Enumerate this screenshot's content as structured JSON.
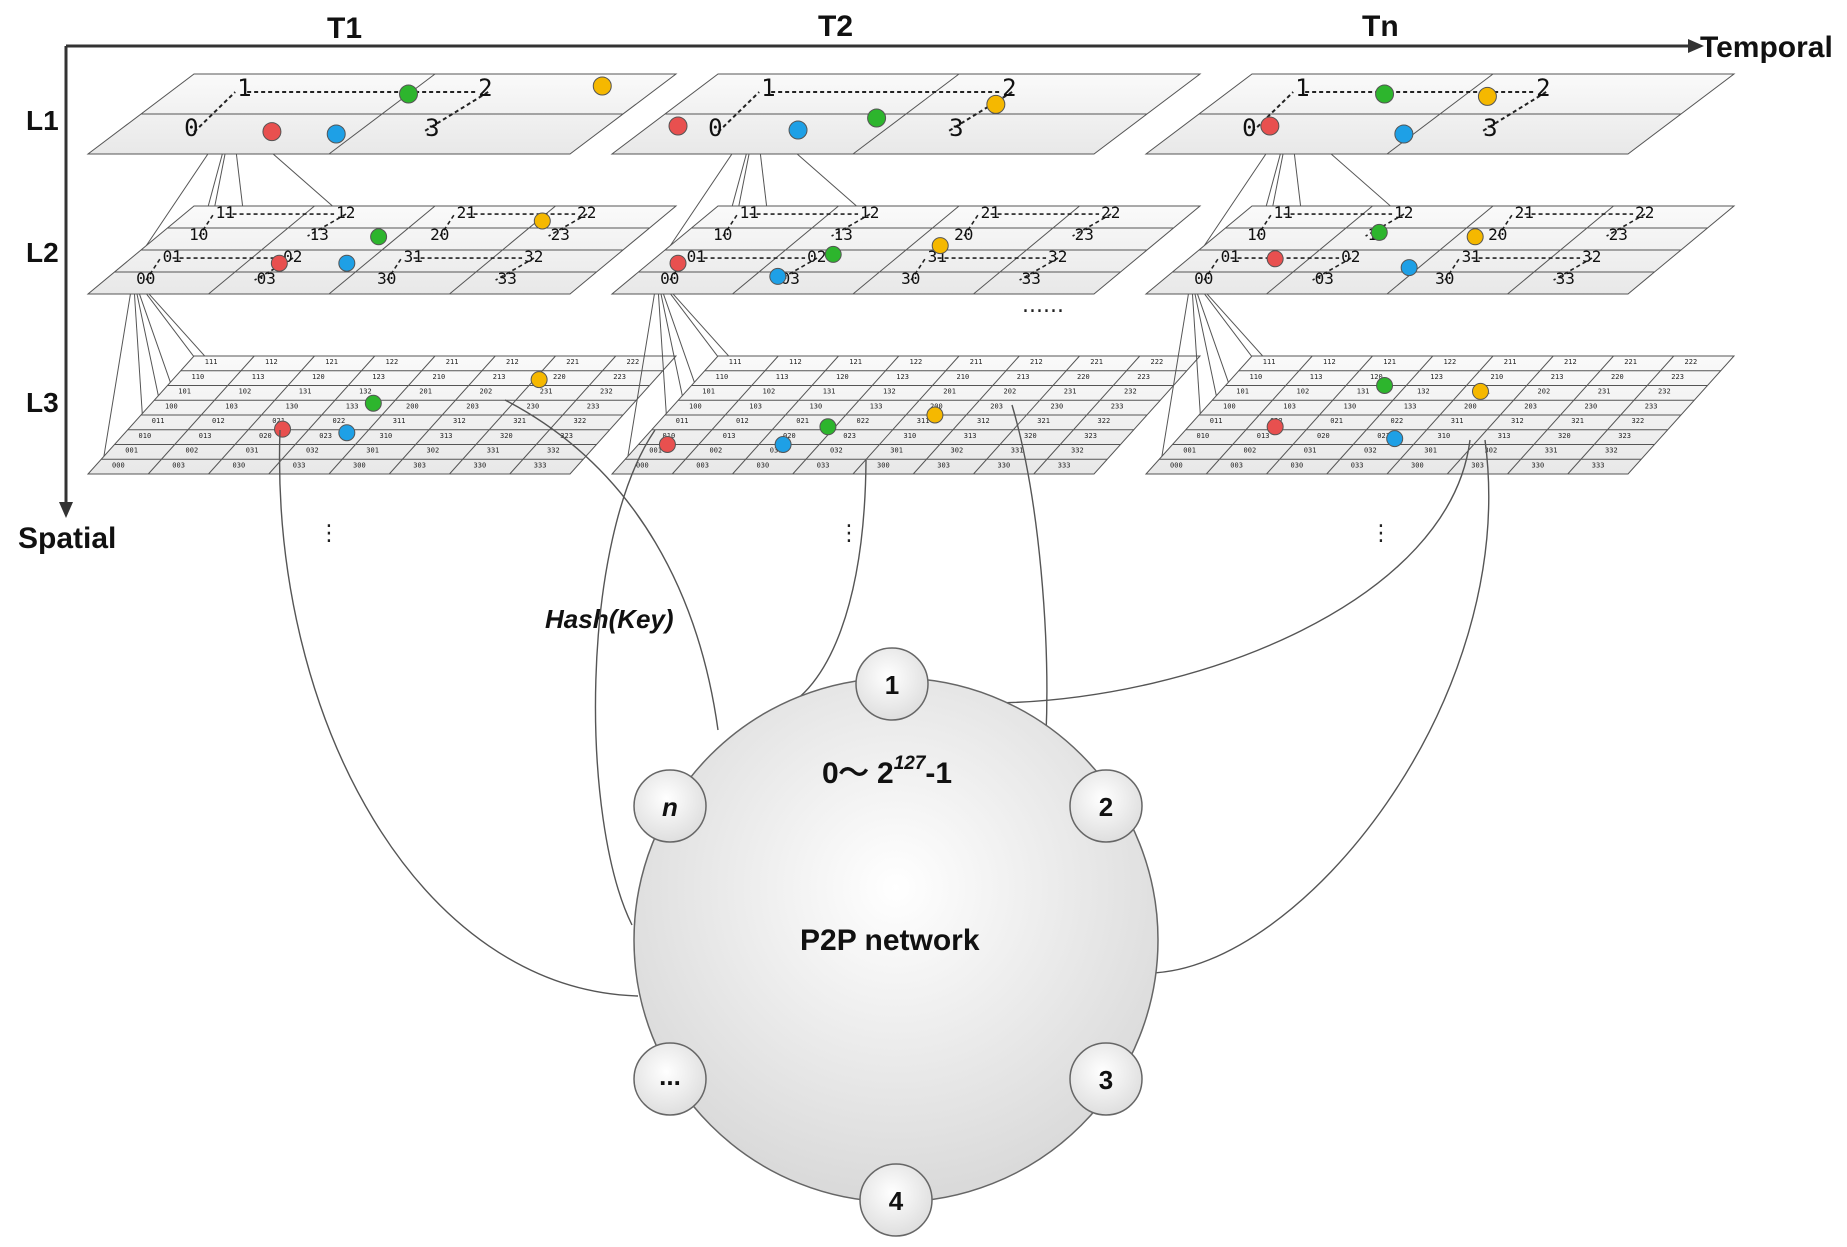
{
  "axes": {
    "temporal_label": "Temporal",
    "spatial_label": "Spatial"
  },
  "columns": [
    "T1",
    "T2",
    "Tn"
  ],
  "levels": [
    "L1",
    "L2",
    "L3"
  ],
  "level1_cells": [
    "0",
    "1",
    "2",
    "3"
  ],
  "level2_cells": [
    "00",
    "01",
    "02",
    "03",
    "10",
    "11",
    "12",
    "13",
    "20",
    "21",
    "22",
    "23",
    "30",
    "31",
    "32",
    "33"
  ],
  "level3_cells": [
    "000",
    "001",
    "002",
    "003",
    "010",
    "011",
    "012",
    "013",
    "020",
    "021",
    "022",
    "023",
    "030",
    "031",
    "032",
    "033",
    "100",
    "101",
    "102",
    "103",
    "110",
    "111",
    "112",
    "113",
    "120",
    "121",
    "122",
    "123",
    "130",
    "131",
    "132",
    "133",
    "200",
    "201",
    "202",
    "203",
    "210",
    "211",
    "212",
    "213",
    "220",
    "221",
    "222",
    "223",
    "230",
    "231",
    "232",
    "233",
    "300",
    "301",
    "302",
    "303",
    "310",
    "311",
    "312",
    "313",
    "320",
    "321",
    "322",
    "323",
    "330",
    "331",
    "332",
    "333"
  ],
  "column_gap_marker": "......",
  "vertical_marker": "⋮",
  "hash_label": "Hash(Key)",
  "ring": {
    "range_base": "0～ 2",
    "range_exp": "127",
    "range_tail": "-1",
    "title": "P2P network",
    "nodes": [
      "1",
      "2",
      "3",
      "4",
      "...",
      "n"
    ]
  },
  "dot_colors": {
    "red": "#e8504f",
    "green": "#2db52d",
    "yellow": "#f5b800",
    "blue": "#1ea0e6"
  }
}
